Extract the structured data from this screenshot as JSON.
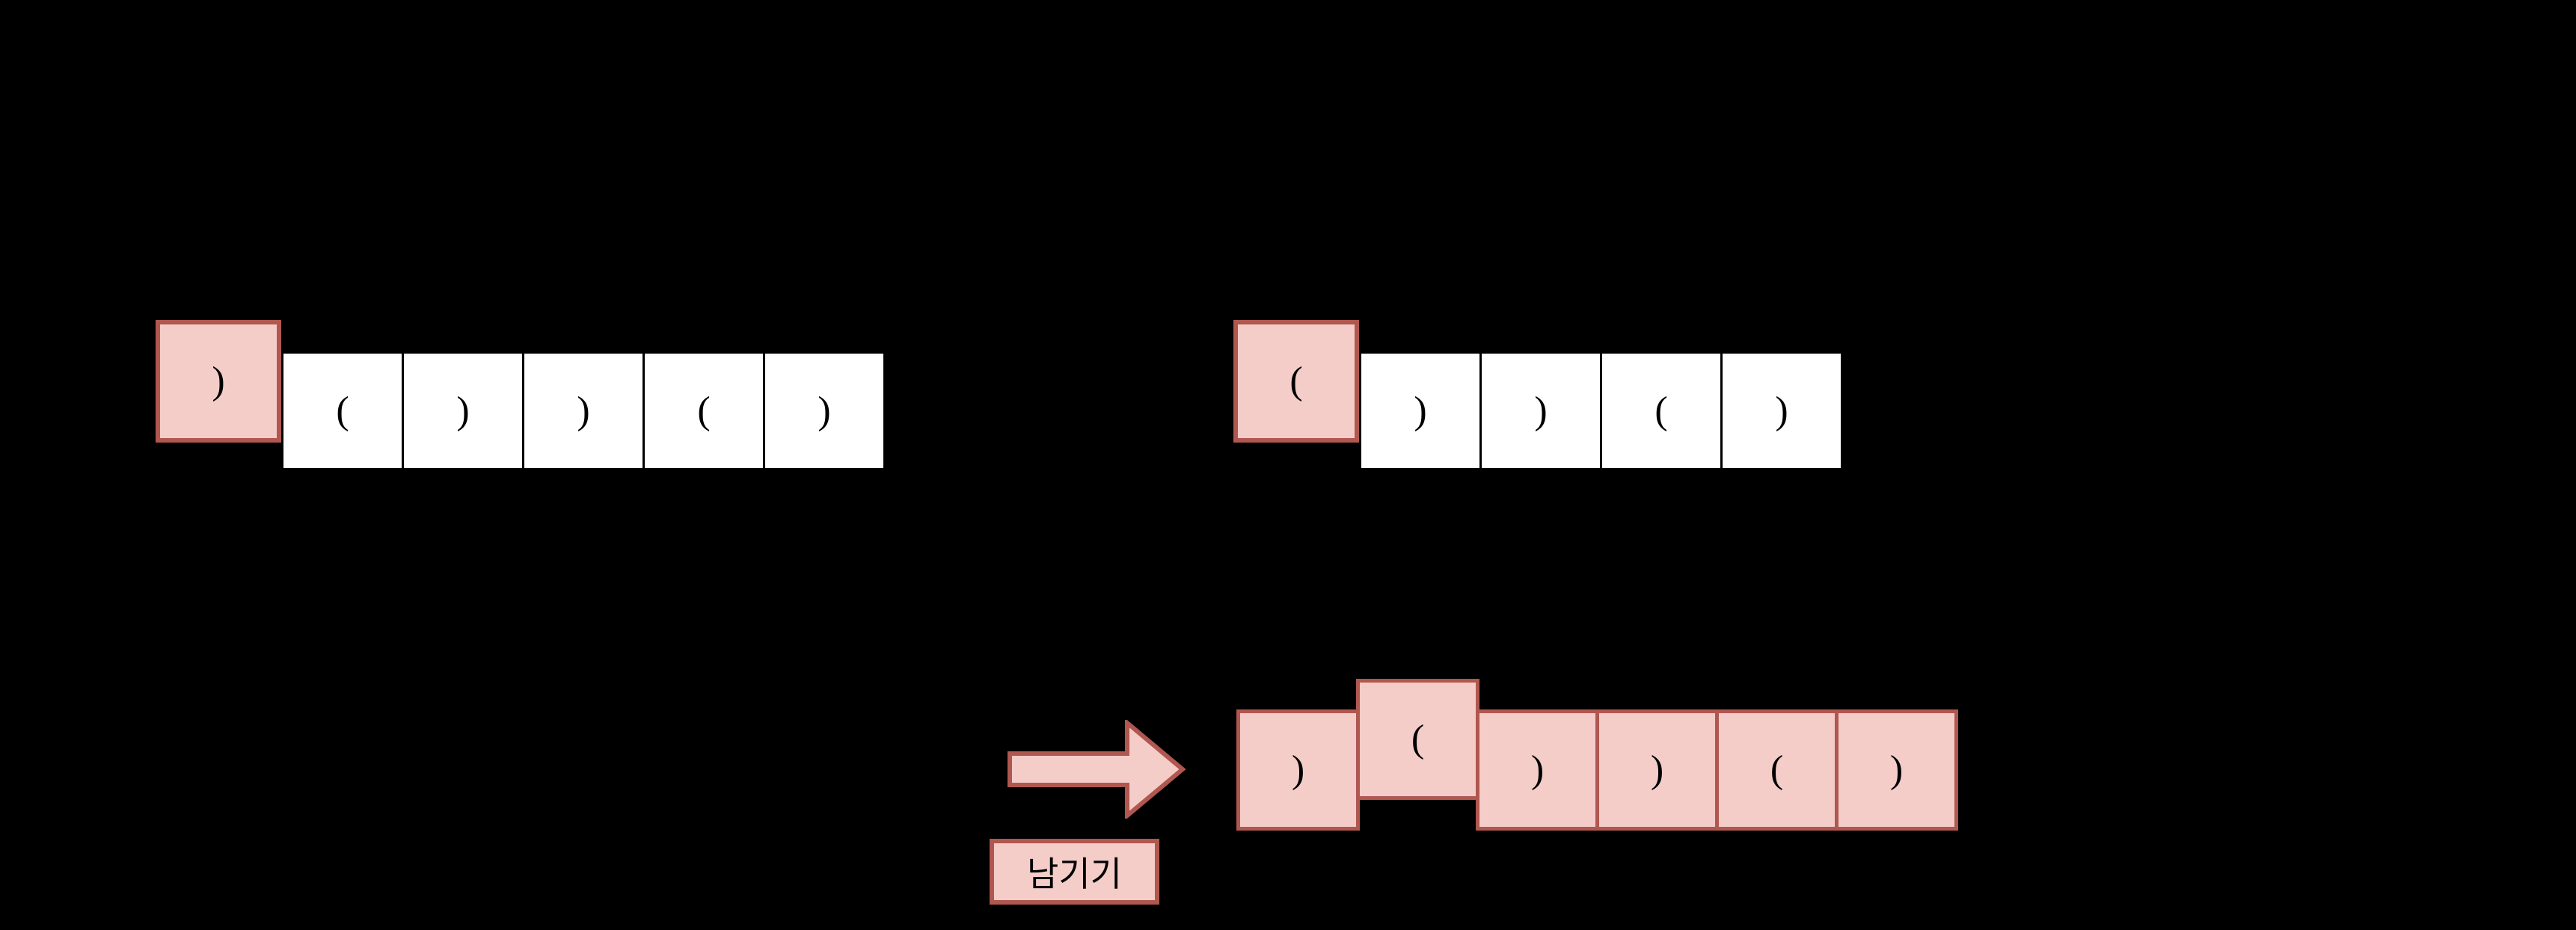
{
  "background": "#000000",
  "colors": {
    "highlight_fill": "#f4cdc9",
    "highlight_border": "#b0574f",
    "plain_cell_fill": "#ffffff",
    "plain_cell_border": "#000000",
    "symbol_color": "#000000"
  },
  "sequences": {
    "left_input": {
      "new_symbol": ")",
      "rest_symbols": [
        "(",
        ")",
        ")",
        "(",
        ")"
      ]
    },
    "right_input": {
      "new_symbol": "(",
      "rest_symbols": [
        ")",
        ")",
        "(",
        ")"
      ]
    },
    "merged_result": {
      "symbols": [
        ")",
        "(",
        ")",
        ")",
        "(",
        ")"
      ],
      "raised_symbol_index": 1
    }
  },
  "arrow": {
    "kind": "block-arrow-right"
  },
  "action_label": {
    "text": "남기기"
  }
}
